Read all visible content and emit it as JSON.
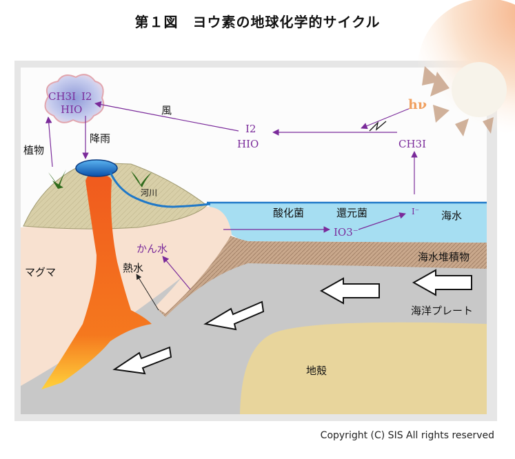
{
  "title": "第１図　ヨウ素の地球化学的サイクル",
  "copyright": "Copyright (C) SIS All rights reserved",
  "labels": {
    "wind": "風",
    "rain": "降雨",
    "plants": "植物",
    "river": "河川",
    "magma": "マグマ",
    "brine": "かん水",
    "hot_water": "熱水",
    "acid_bacteria": "酸化菌",
    "reducing_bacteria": "還元菌",
    "seawater": "海水",
    "sediment": "海水堆積物",
    "oceanic_plate": "海洋プレート",
    "crust": "地殻",
    "photon": "hν"
  },
  "chemistry": {
    "cloud_ch3i": "CH3I",
    "cloud_i2": "I2",
    "cloud_hio": "HIO",
    "air_i2": "I2",
    "air_hio": "HIO",
    "ch3i": "CH3I",
    "iodide": "I⁻",
    "iodate": "IO3⁻"
  },
  "colors": {
    "sky": "#fcfcfc",
    "frame": "#e6e6e6",
    "sea": "#a6def2",
    "sea_surface": "#1f78c8",
    "land": "#f8e1d0",
    "mountain": "#d8cfa8",
    "sediment": "#c9a88c",
    "plate": "#c8c8c8",
    "crust": "#e8d59c",
    "chem_text": "#7a2a9a",
    "arrow": "#7a2a9a"
  }
}
